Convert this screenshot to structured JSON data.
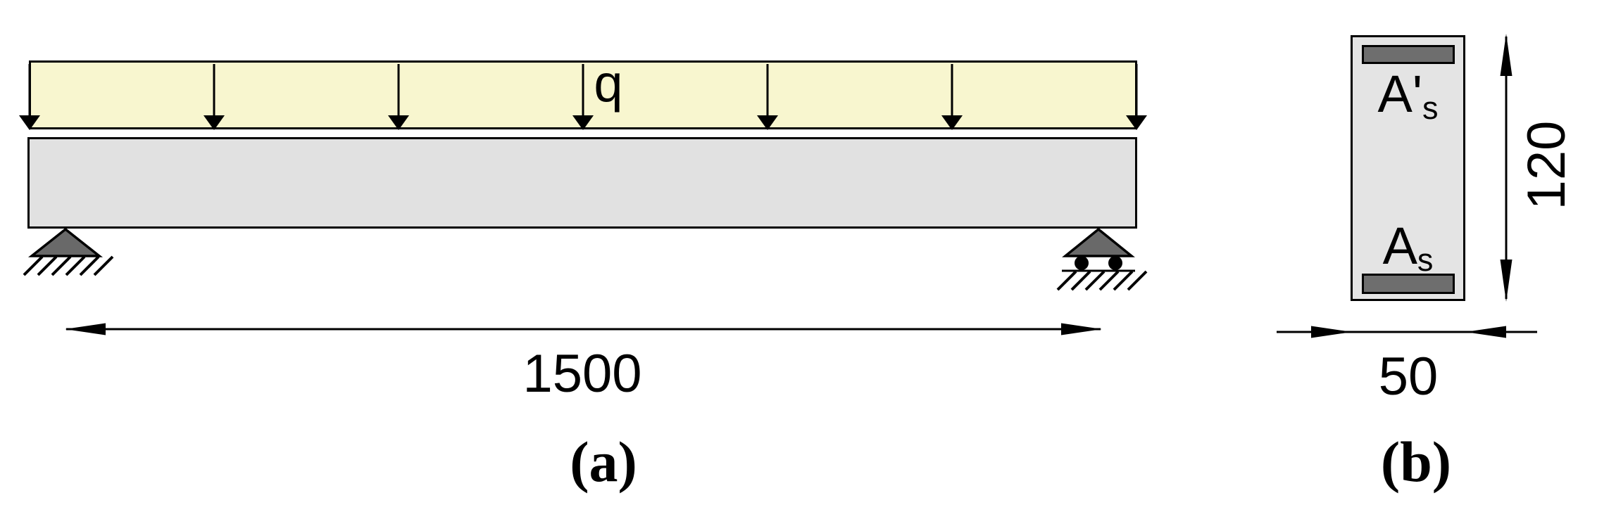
{
  "figure": {
    "panel_a": {
      "load_label": "q",
      "span_dimension": "1500",
      "caption_open": "(",
      "caption_letter": "a",
      "caption_close": ")"
    },
    "panel_b": {
      "top_reinforcement_base": "A'",
      "top_reinforcement_sub": "s",
      "bottom_reinforcement_base": "A",
      "bottom_reinforcement_sub": "s",
      "height_dimension": "120",
      "width_dimension": "50",
      "caption_open": "(",
      "caption_letter": "b",
      "caption_close": ")"
    }
  },
  "colors": {
    "load_fill": "#f8f6cf",
    "beam_fill": "#e1e1e1",
    "section_fill": "#e4e4e4",
    "rebar_fill": "#6e6e6e",
    "support_fill": "#696969",
    "line": "#000000",
    "background": "#ffffff"
  }
}
